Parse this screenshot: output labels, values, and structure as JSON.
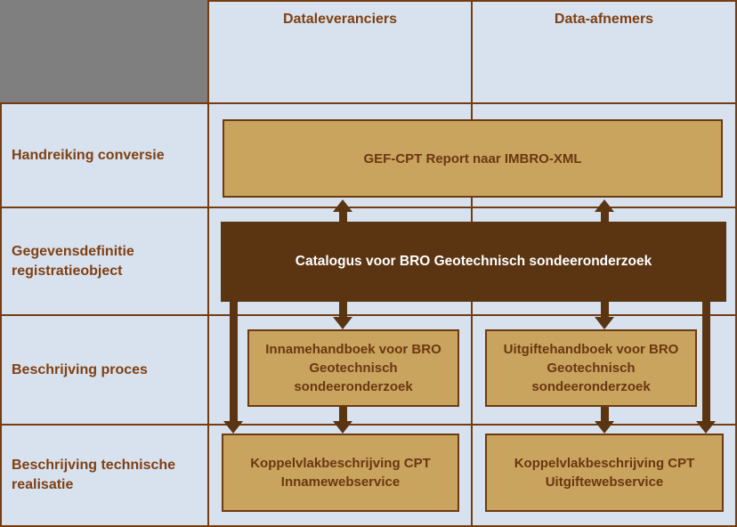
{
  "diagram": {
    "title_semantic": "BRO documenten matrix",
    "headers": {
      "col1": "Dataleveranciers",
      "col2": "Data-afnemers"
    },
    "row_labels": [
      "Handreiking conversie",
      "Gegevensdefinitie registratieobject",
      "Beschrijving proces",
      "Beschrijving technische realisatie"
    ],
    "boxes": {
      "conversion": "GEF-CPT Report naar IMBRO-XML",
      "catalog": "Catalogus voor BRO Geotechnisch sondeeronderzoek",
      "intake_handbook": "Innamehandboek voor BRO Geotechnisch sondeeronderzoek",
      "delivery_handbook": "Uitgiftehandboek voor BRO Geotechnisch sondeeronderzoek",
      "intake_interface": "Koppelvlakbeschrijving CPT Innamewebservice",
      "delivery_interface": "Koppelvlakbeschrijving CPT Uitgiftewebservice"
    },
    "colors": {
      "background_blue": "#d8e2ef",
      "corner_gray": "#7f7f7f",
      "box_tan": "#c9a45e",
      "dark_brown": "#5b3411",
      "grid_brown": "#753c10",
      "text_brown": "#7f4012",
      "catalog_text": "#ffffff"
    }
  }
}
